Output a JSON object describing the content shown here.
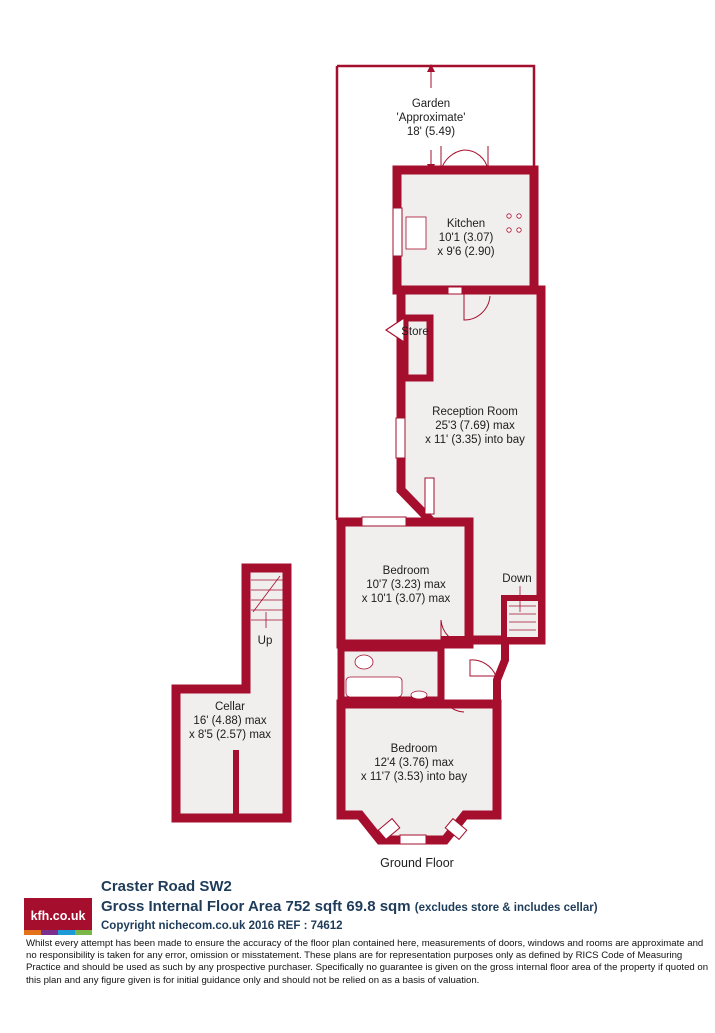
{
  "floorplan": {
    "garden": {
      "name": "Garden",
      "note": "'Approximate'",
      "dim": "18' (5.49)"
    },
    "kitchen": {
      "name": "Kitchen",
      "dim1": "10'1 (3.07)",
      "dim2": "x 9'6 (2.90)"
    },
    "store": {
      "name": "Store"
    },
    "reception": {
      "name": "Reception Room",
      "dim1": "25'3 (7.69) max",
      "dim2": "x 11' (3.35) into bay"
    },
    "bedroom1": {
      "name": "Bedroom",
      "dim1": "10'7 (3.23) max",
      "dim2": "x 10'1 (3.07) max"
    },
    "bedroom2": {
      "name": "Bedroom",
      "dim1": "12'4 (3.76) max",
      "dim2": "x 11'7 (3.53) into bay"
    },
    "cellar": {
      "name": "Cellar",
      "dim1": "16' (4.88) max",
      "dim2": "x 8'5 (2.57) max"
    },
    "stairs_down": "Down",
    "stairs_up": "Up",
    "floor_label": "Ground Floor",
    "wall_color": "#a50f2d",
    "room_fill": "#f1eeee"
  },
  "footer": {
    "logo_text": "kfh.co.uk",
    "logo_colors": [
      "#e3721b",
      "#7b2f8e",
      "#1e9ad6",
      "#7ab648"
    ],
    "address": "Craster Road  SW2",
    "area": "Gross Internal Floor Area 752 sqft 69.8 sqm",
    "area_note": "(excludes store & includes cellar)",
    "copyright": "Copyright nichecom.co.uk 2016 REF : 74612",
    "disclaimer": "Whilst every attempt has been made to ensure the accuracy of the floor plan contained here, measurements of doors, windows and rooms are approximate and no responsibility is taken for any error, omission or misstatement.  These plans are for representation purposes only as defined by RICS Code of Measuring Practice and should be used as such by any prospective purchaser.  Specifically no guarantee is given on the gross internal floor area of the property if quoted on this plan and any figure given is for initial guidance only and should not be relied on as a basis of valuation."
  }
}
